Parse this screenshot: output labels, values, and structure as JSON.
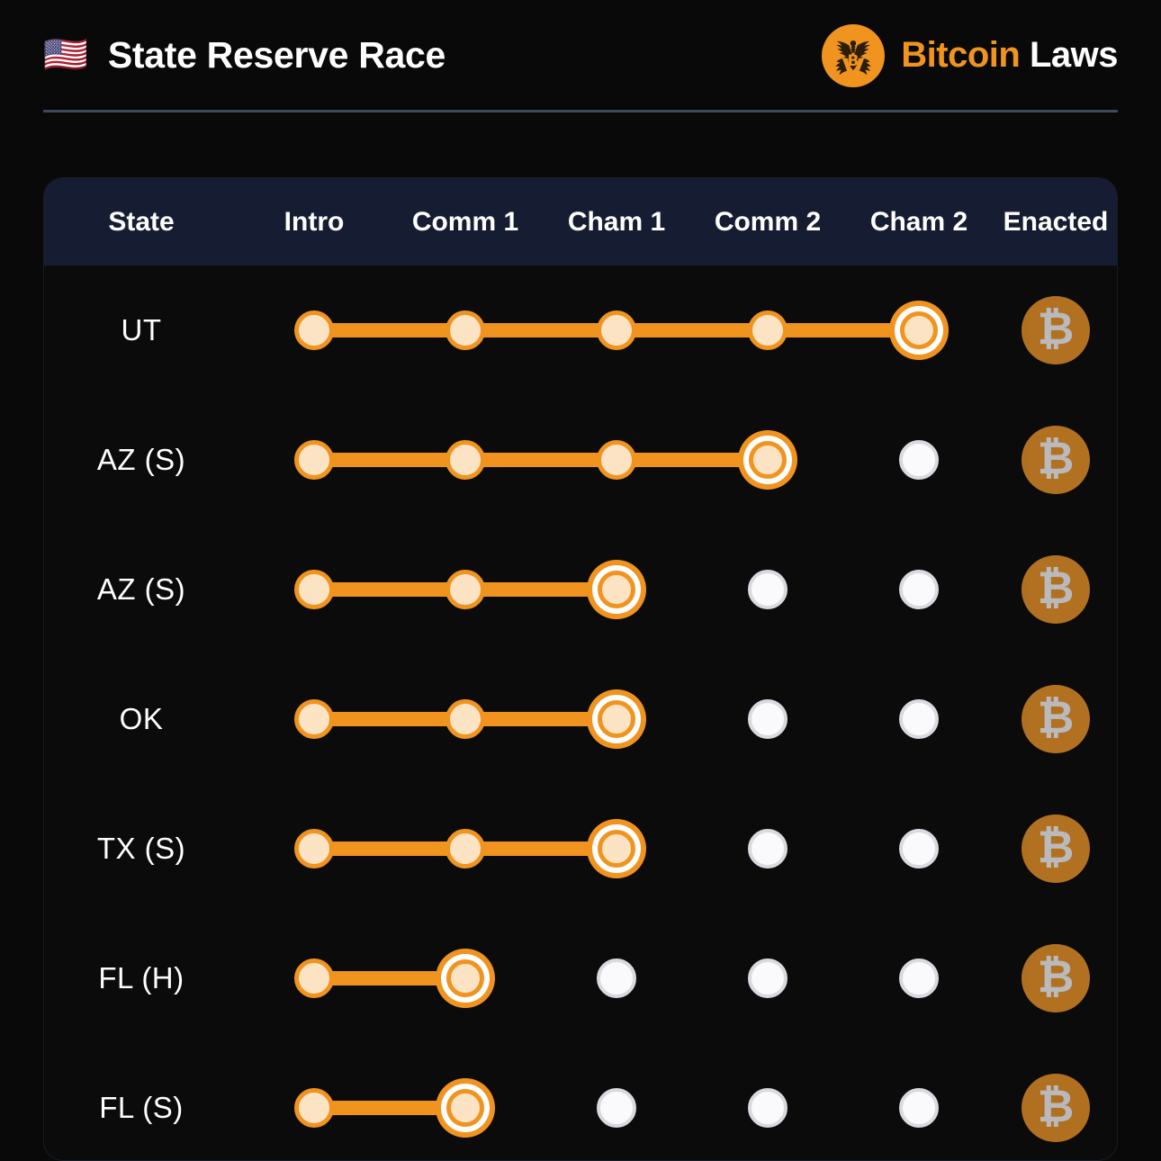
{
  "header": {
    "flag_icon": "us-flag-icon",
    "flag_glyph": "🇺🇸",
    "title": "State Reserve Race",
    "brand": {
      "logo_icon": "bitcoin-laws-eagle-logo",
      "name_primary": "Bitcoin",
      "name_secondary": "Laws",
      "primary_color": "#F0941F",
      "secondary_color": "#FFFFFF"
    }
  },
  "table": {
    "columns": [
      "State",
      "Intro",
      "Comm 1",
      "Cham 1",
      "Comm 2",
      "Cham 2",
      "Enacted"
    ],
    "stage_columns": [
      "Intro",
      "Comm 1",
      "Cham 1",
      "Comm 2",
      "Cham 2"
    ],
    "enacted_icon": "bitcoin-icon",
    "enacted_glyph": "₿",
    "legend_colors": {
      "completed": "#F0941F",
      "completed_fill": "#FCE3C4",
      "pending": "#FAFAFC",
      "enacted_badge": "#C07A23",
      "header_bg": "#161D33",
      "card_bg": "#0B0B0B"
    },
    "rows": [
      {
        "state": "UT",
        "stages": [
          "done",
          "done",
          "done",
          "done",
          "current"
        ],
        "enacted": false
      },
      {
        "state": "AZ  (S)",
        "stages": [
          "done",
          "done",
          "done",
          "current",
          "pending"
        ],
        "enacted": false
      },
      {
        "state": "AZ  (S)",
        "stages": [
          "done",
          "done",
          "current",
          "pending",
          "pending"
        ],
        "enacted": false
      },
      {
        "state": "OK",
        "stages": [
          "done",
          "done",
          "current",
          "pending",
          "pending"
        ],
        "enacted": false
      },
      {
        "state": "TX  (S)",
        "stages": [
          "done",
          "done",
          "current",
          "pending",
          "pending"
        ],
        "enacted": false
      },
      {
        "state": "FL  (H)",
        "stages": [
          "done",
          "current",
          "pending",
          "pending",
          "pending"
        ],
        "enacted": false
      },
      {
        "state": "FL  (S)",
        "stages": [
          "done",
          "current",
          "pending",
          "pending",
          "pending"
        ],
        "enacted": false
      }
    ]
  }
}
